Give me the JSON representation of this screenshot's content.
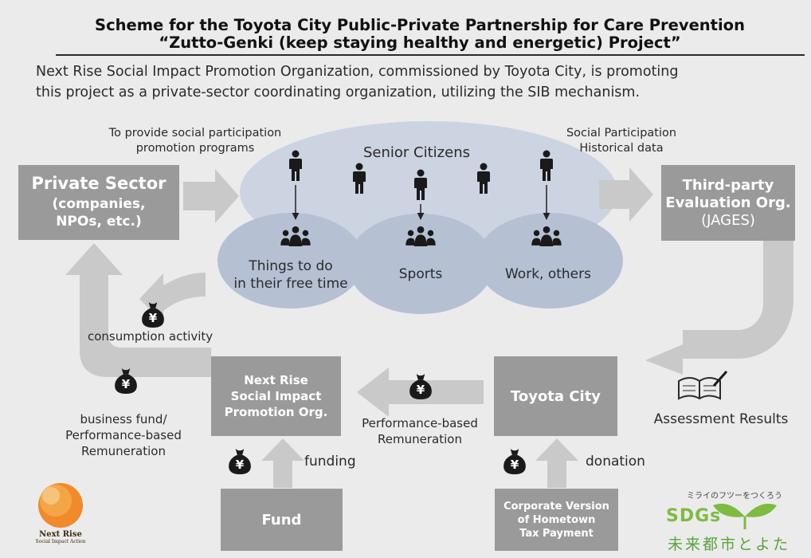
{
  "header": {
    "title_line1": "Scheme for the Toyota City Public-Private Partnership for Care Prevention",
    "title_line2": "“Zutto-Genki (keep staying healthy and energetic) Project”",
    "intro_line1": "Next Rise Social Impact Promotion Organization, commissioned by Toyota City, is promoting",
    "intro_line2": "this project as a private-sector coordinating organization, utilizing the SIB mechanism."
  },
  "actors": {
    "private_sector": {
      "line1": "Private Sector",
      "line2": "(companies,",
      "line3": "NPOs, etc.)"
    },
    "evaluation_org": {
      "line1": "Third-party",
      "line2": "Evaluation Org.",
      "line3": "(JAGES)"
    },
    "next_rise_org": {
      "line1": "Next Rise",
      "line2": "Social Impact",
      "line3": "Promotion Org."
    },
    "toyota_city": {
      "label": "Toyota City"
    },
    "fund": {
      "label": "Fund"
    },
    "hometown_tax": {
      "line1": "Corporate Version",
      "line2": "of Hometown",
      "line3": "Tax Payment"
    }
  },
  "seniors": {
    "label": "Senior Citizens",
    "activities": [
      "Things to do\nin their free time",
      "Sports",
      "Work, others"
    ]
  },
  "flows": {
    "programs": {
      "line1": "To provide social participation",
      "line2": "promotion programs"
    },
    "historical_data": {
      "line1": "Social Participation",
      "line2": "Historical data"
    },
    "consumption": "consumption activity",
    "business_fund": {
      "line1": "business fund/",
      "line2": "Performance-based",
      "line3": "Remuneration"
    },
    "performance_remuneration": {
      "line1": "Performance-based",
      "line2": "Remuneration"
    },
    "assessment_results": "Assessment Results",
    "funding": "funding",
    "donation": "donation"
  },
  "money_bag_symbol": "¥",
  "logos": {
    "next_rise": {
      "line1": "Next Rise",
      "line2": "Social Impact Action"
    },
    "sdgs": {
      "tagline": "ミライのフツーをつくろう",
      "wordmark": "SDGs",
      "city": "未来都市とよた"
    }
  },
  "colors": {
    "background": "#ebebeb",
    "box": "#9a9a9a",
    "arrow": "#c9c9c9",
    "senior_ellipse": "#ccd3e1",
    "activity_ellipse": "#b5c0d3",
    "text": "#2a2a2a",
    "icon": "#1a1a1a",
    "sdgs_green": "#7dbb42",
    "sdgs_city": "#58a43b"
  },
  "icons": [
    "person-icon",
    "group-icon",
    "money-bag-icon",
    "book-pen-icon",
    "next-rise-logo-icon",
    "sdgs-leaf-icon"
  ]
}
